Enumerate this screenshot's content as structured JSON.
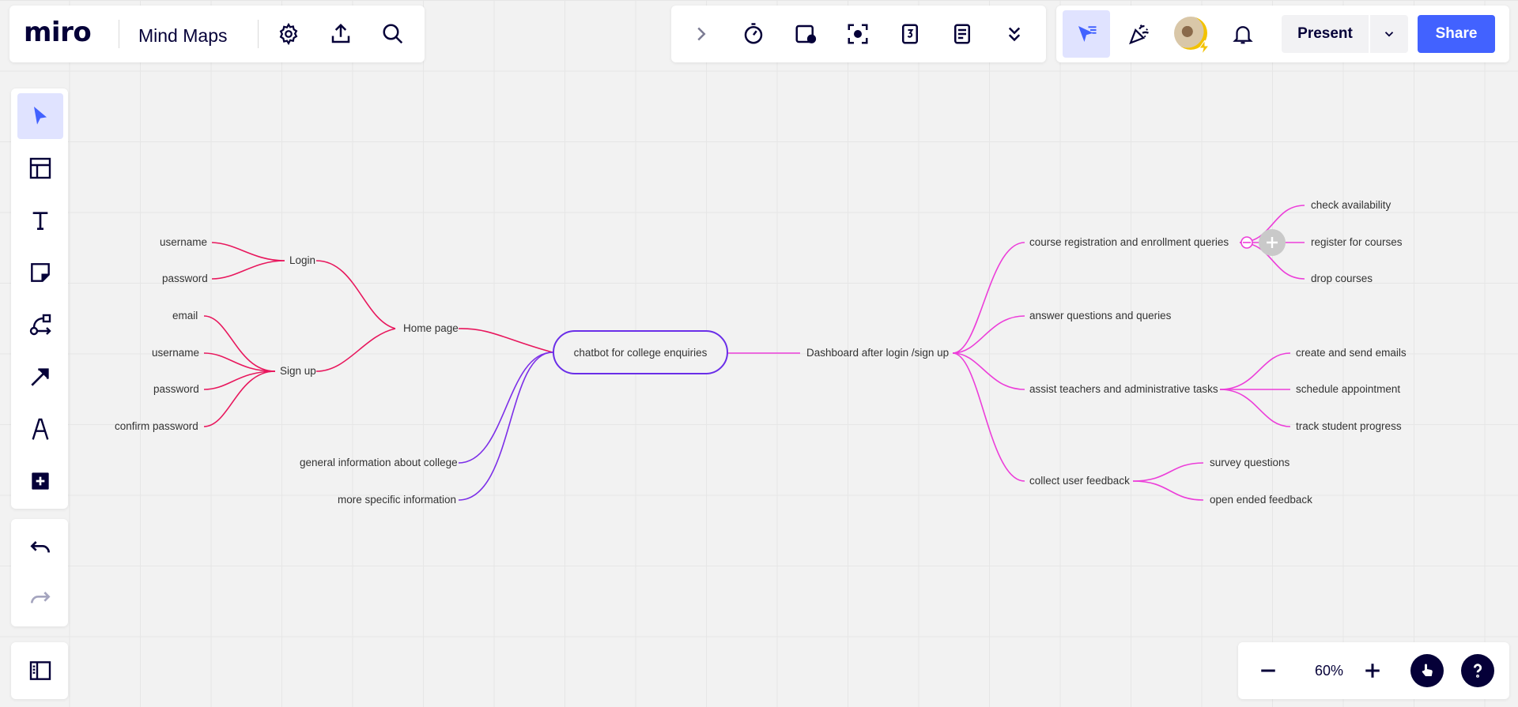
{
  "header": {
    "logo": "miro",
    "board_title": "Mind Maps"
  },
  "actions": {
    "present_label": "Present",
    "share_label": "Share"
  },
  "zoom": {
    "level": "60%"
  },
  "colors": {
    "accent": "#4262ff",
    "branch_red": "#e8175d",
    "branch_purple": "#7c2ee8",
    "branch_pink": "#ec3ed9",
    "root_border": "#6a2ee8"
  },
  "mindmap": {
    "root": "chatbot for college enquiries",
    "left": {
      "home_page": "Home page",
      "login": "Login",
      "login_username": "username",
      "login_password": "password",
      "sign_up": "Sign up",
      "signup_email": "email",
      "signup_username": "username",
      "signup_password": "password",
      "signup_confirm": "confirm password",
      "general_info": "general information about college",
      "specific_info": "more specific information"
    },
    "right": {
      "dashboard": "Dashboard after login /sign up",
      "course_reg": "course registration and enrollment queries",
      "check_availability": "check availability",
      "register_courses": "register for courses",
      "drop_courses": "drop courses",
      "answer_questions": "answer questions and queries",
      "assist_teachers": "assist teachers and administrative tasks",
      "create_emails": "create and send emails",
      "schedule_appointment": "schedule appointment",
      "track_progress": "track student progress",
      "collect_feedback": "collect user feedback",
      "survey_questions": "survey questions",
      "open_feedback": "open ended feedback"
    }
  }
}
